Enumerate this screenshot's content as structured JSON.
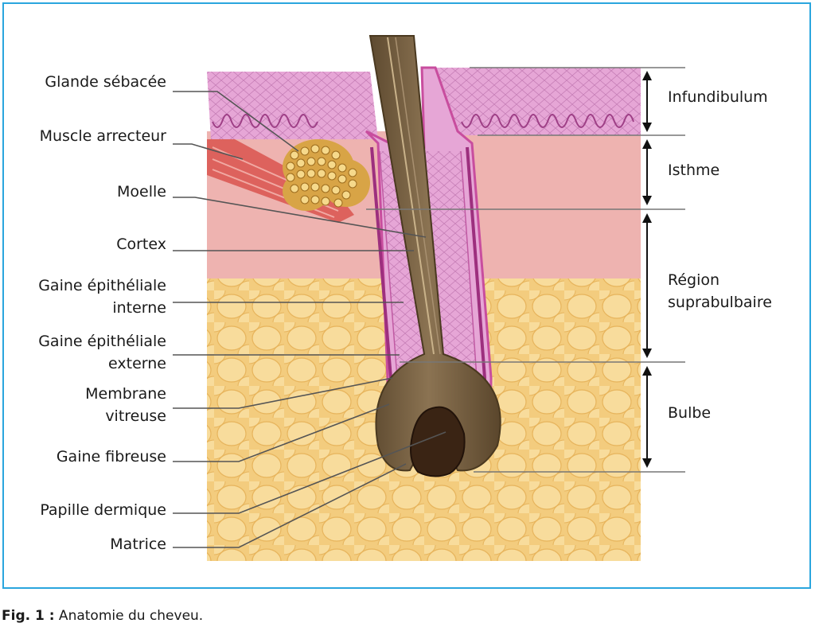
{
  "labels_left": [
    {
      "id": "glande",
      "lines": [
        "Glande sébacée"
      ]
    },
    {
      "id": "muscle",
      "lines": [
        "Muscle arrecteur"
      ]
    },
    {
      "id": "moelle",
      "lines": [
        "Moelle"
      ]
    },
    {
      "id": "cortex",
      "lines": [
        "Cortex"
      ]
    },
    {
      "id": "gei",
      "lines": [
        "Gaine épithéliale",
        "interne"
      ]
    },
    {
      "id": "gee",
      "lines": [
        "Gaine épithéliale",
        "externe"
      ]
    },
    {
      "id": "membrane",
      "lines": [
        "Membrane",
        "vitreuse"
      ]
    },
    {
      "id": "fibreuse",
      "lines": [
        "Gaine fibreuse"
      ]
    },
    {
      "id": "papille",
      "lines": [
        "Papille dermique"
      ]
    },
    {
      "id": "matrice",
      "lines": [
        "Matrice"
      ]
    }
  ],
  "labels_right": [
    {
      "id": "infundibulum",
      "lines": [
        "Infundibulum"
      ]
    },
    {
      "id": "isthme",
      "lines": [
        "Isthme"
      ]
    },
    {
      "id": "suprabulbaire",
      "lines": [
        "Région",
        "suprabulbaire"
      ]
    },
    {
      "id": "bulbe",
      "lines": [
        "Bulbe"
      ]
    }
  ],
  "caption": {
    "prefix": "Fig. 1 :",
    "text": " Anatomie du cheveu."
  },
  "colors": {
    "frame": "#2aa6de",
    "epidermis": "#e6a6d6",
    "dermis": "#eeb3b0",
    "fat": "#f3cc7e",
    "hair_shaft": "#7a6446",
    "sheath": "#c84d9e",
    "muscle": "#d9534f",
    "gland": "#e0b04a",
    "leader": "#555555"
  }
}
